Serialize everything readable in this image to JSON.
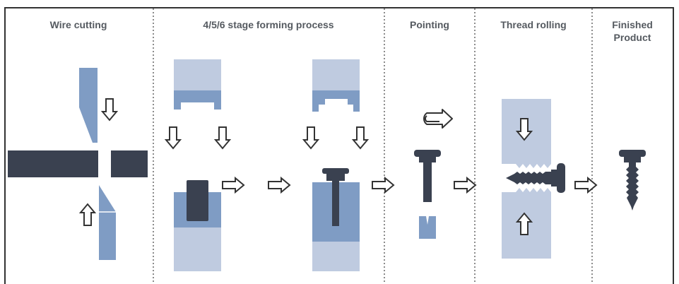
{
  "stages": [
    {
      "title": "Wire cutting"
    },
    {
      "title": "4/5/6 stage forming process"
    },
    {
      "title": "Pointing"
    },
    {
      "title": "Thread rolling"
    },
    {
      "title": "Finished",
      "title2": "Product"
    }
  ],
  "colors": {
    "dark": "#3a4150",
    "mid_blue": "#7f9cc4",
    "light_blue": "#bfcbe0",
    "arrow_stroke": "#333333",
    "header_text": "#555a60",
    "divider": "#666666"
  }
}
